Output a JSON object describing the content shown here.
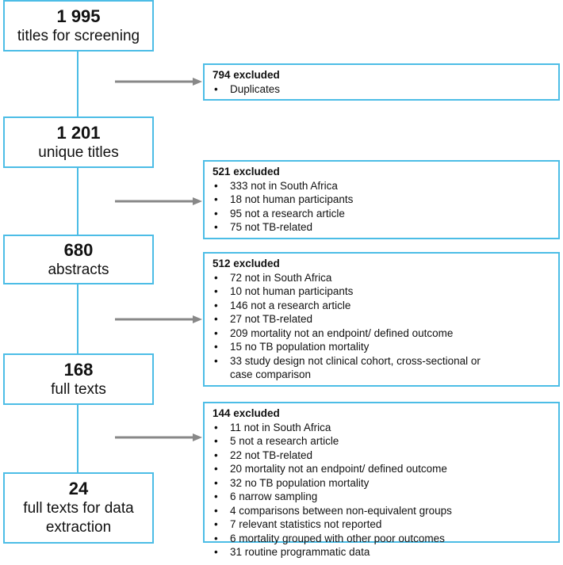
{
  "stages": [
    {
      "count": "1 995",
      "label": "titles for screening"
    },
    {
      "count": "1 201",
      "label": "unique titles"
    },
    {
      "count": "680",
      "label": "abstracts"
    },
    {
      "count": "168",
      "label": "full texts"
    },
    {
      "count": "24",
      "label": "full texts for data extraction"
    }
  ],
  "exclusions": [
    {
      "title": "794 excluded",
      "items": [
        "Duplicates"
      ]
    },
    {
      "title": "521 excluded",
      "items": [
        "333 not in South Africa",
        "18 not human participants",
        "95 not a research article",
        "75 not TB-related"
      ]
    },
    {
      "title": "512 excluded",
      "items": [
        "72 not in South Africa",
        "10 not human participants",
        "146 not a research article",
        "27 not TB-related",
        "209 mortality not an endpoint/ defined outcome",
        "15 no TB population mortality",
        "33 study design not clinical cohort, cross-sectional or case comparison"
      ]
    },
    {
      "title": "144 excluded",
      "items": [
        "11 not in South Africa",
        "5 not a research article",
        "22 not TB-related",
        "20 mortality not an endpoint/ defined outcome",
        "32 no TB population mortality",
        "6 narrow sampling",
        "4 comparisons between non-equivalent groups",
        "7 relevant statistics not reported",
        "6 mortality grouped with other poor outcomes",
        "31 routine programmatic data"
      ]
    }
  ],
  "colors": {
    "box_border": "#4cbde6",
    "arrow": "#888888"
  }
}
